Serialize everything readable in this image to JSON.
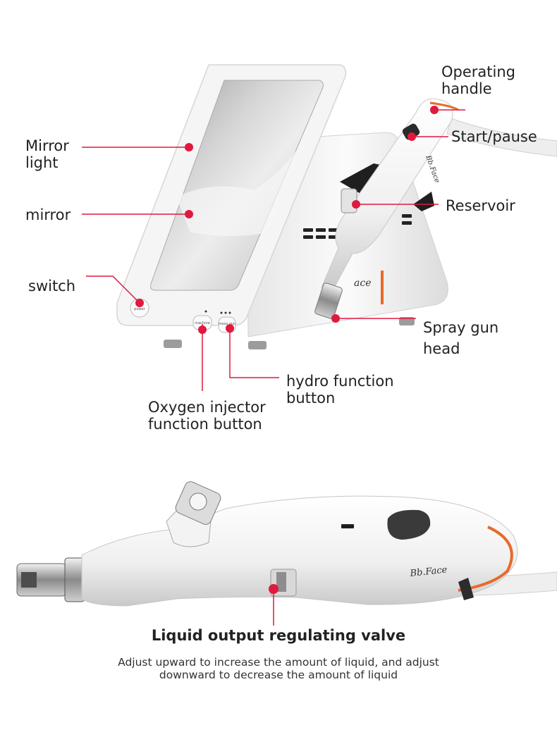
{
  "labels": {
    "operating_handle": [
      "Operating",
      "handle"
    ],
    "start_pause": "Start/pause",
    "mirror_light": [
      "Mirror",
      "light"
    ],
    "mirror": "mirror",
    "reservoir": "Reservoir",
    "switch": "switch",
    "spray_gun_head": [
      "Spray gun",
      "head"
    ],
    "hydro_button": [
      "hydro function",
      "button"
    ],
    "oxygen_button": [
      "Oxygen injector",
      "function button"
    ]
  },
  "device": {
    "brand": "Bb.Face",
    "power_button_text": "power",
    "machine_button_text": "machine",
    "mesogun_button_text": "meso gun"
  },
  "valve": {
    "title": "Liquid output regulating valve",
    "description": [
      "Adjust upward to increase the amount of liquid, and adjust",
      "downward to decrease the amount of liquid"
    ]
  },
  "colors": {
    "marker": "#e0193e",
    "accent_orange": "#e8692a",
    "device_white": "#f4f4f4"
  }
}
